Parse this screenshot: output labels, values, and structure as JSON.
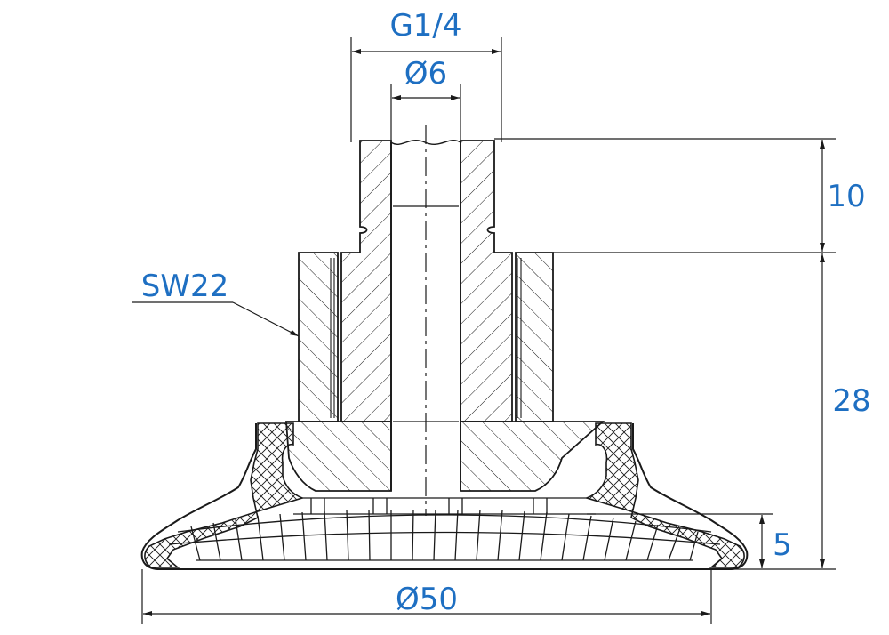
{
  "dimensions": {
    "thread": "G1/4",
    "bore": "Ø6",
    "wrench": "SW22",
    "thread_height": "10",
    "body_height": "28",
    "lip_height": "5",
    "cup_diameter": "Ø50"
  },
  "colors": {
    "dimension_text": "#1e6fc2",
    "linework": "#1a1a1a",
    "background": "#ffffff"
  }
}
